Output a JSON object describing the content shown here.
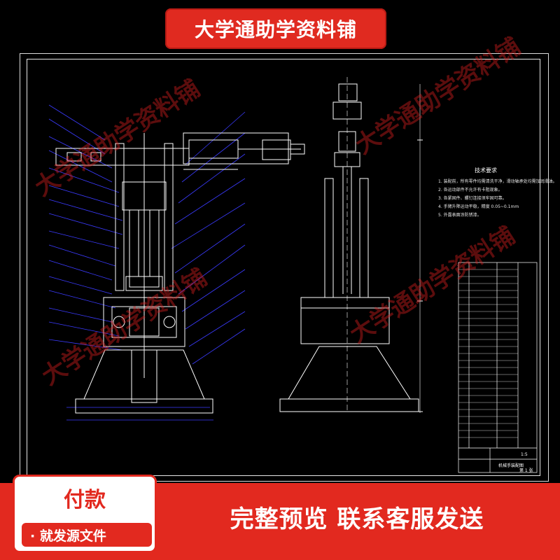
{
  "banner": {
    "text": "大学通助学资料铺"
  },
  "watermarks": [
    "大学通助学资料铺",
    "大学通助学资料铺",
    "大学通助学资料铺",
    "大学通助学资料铺"
  ],
  "payment": {
    "title": "付款",
    "subtitle": "· 就发源文件"
  },
  "cta": {
    "text": "完整预览  联系客服发送"
  },
  "drawing": {
    "tech_title": "技术要求",
    "tech_notes": [
      "1. 装配前，所有零件均需清洗干净，滑动轴承处均需加润滑油。",
      "2. 各运动部件不允许有卡阻现象。",
      "3. 各紧固件、螺钉连接须牢固可靠。",
      "4. 手臂升降运动平稳，精度 0.05~0.1mm",
      "5. 外露表面涂防锈漆。"
    ],
    "title_block": {
      "name": "机械手装配图",
      "scale": "1:5",
      "sheet": "第 1 张"
    },
    "colors": {
      "line": "#ffffff",
      "dimension": "#3b3bff",
      "banner": "#e02a20",
      "bar": "#e2291f"
    }
  }
}
